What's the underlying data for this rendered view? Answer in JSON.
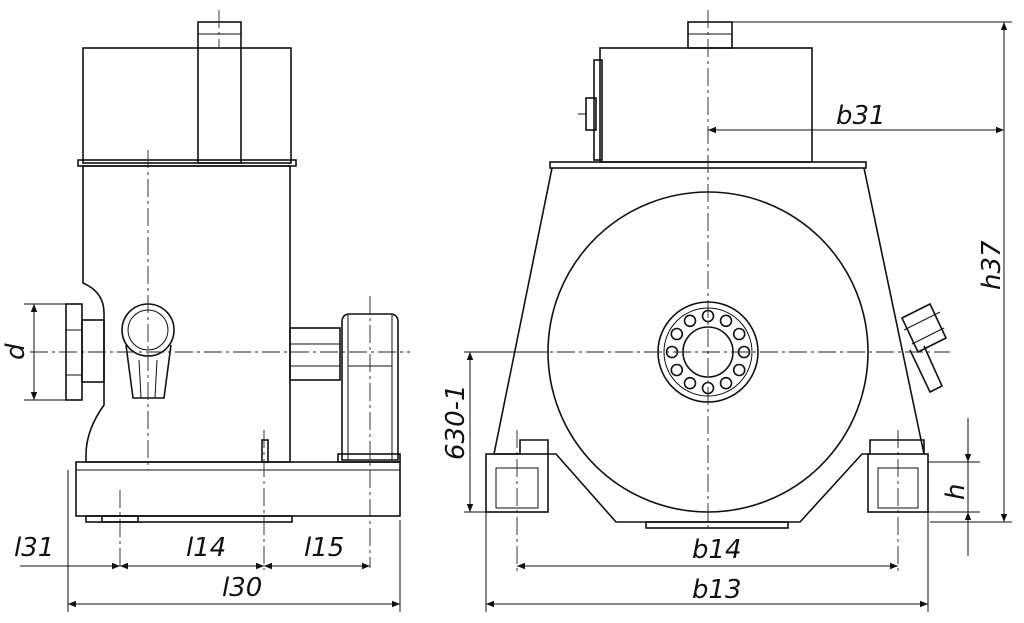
{
  "labels": {
    "d": "d",
    "l31": "l31",
    "l14": "l14",
    "l15": "l15",
    "l30": "l30",
    "b31": "b31",
    "h37": "h37",
    "h": "h",
    "b14": "b14",
    "b13": "b13",
    "h630": "630-1"
  }
}
